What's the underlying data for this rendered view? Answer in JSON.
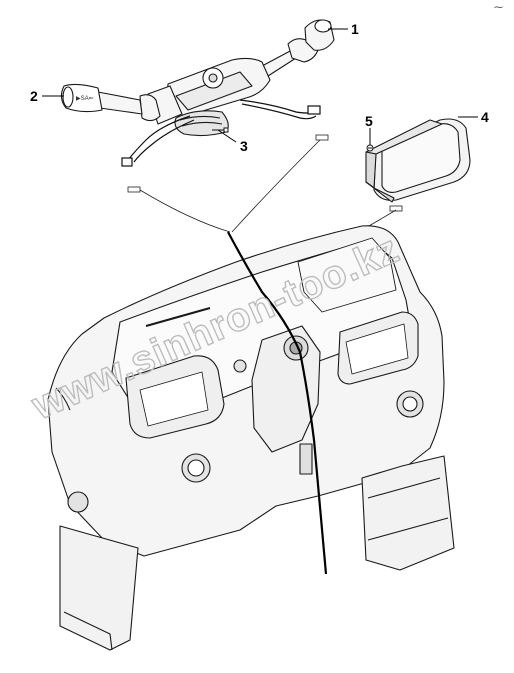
{
  "callouts": [
    "1",
    "2",
    "3",
    "4",
    "5"
  ],
  "watermark": "www.sinhron-too.kz",
  "corner_mark": "⁓",
  "colors": {
    "line": "#1a1a1a",
    "part_fill": "#f4f4f4",
    "watermark": "#bdbdbd"
  }
}
